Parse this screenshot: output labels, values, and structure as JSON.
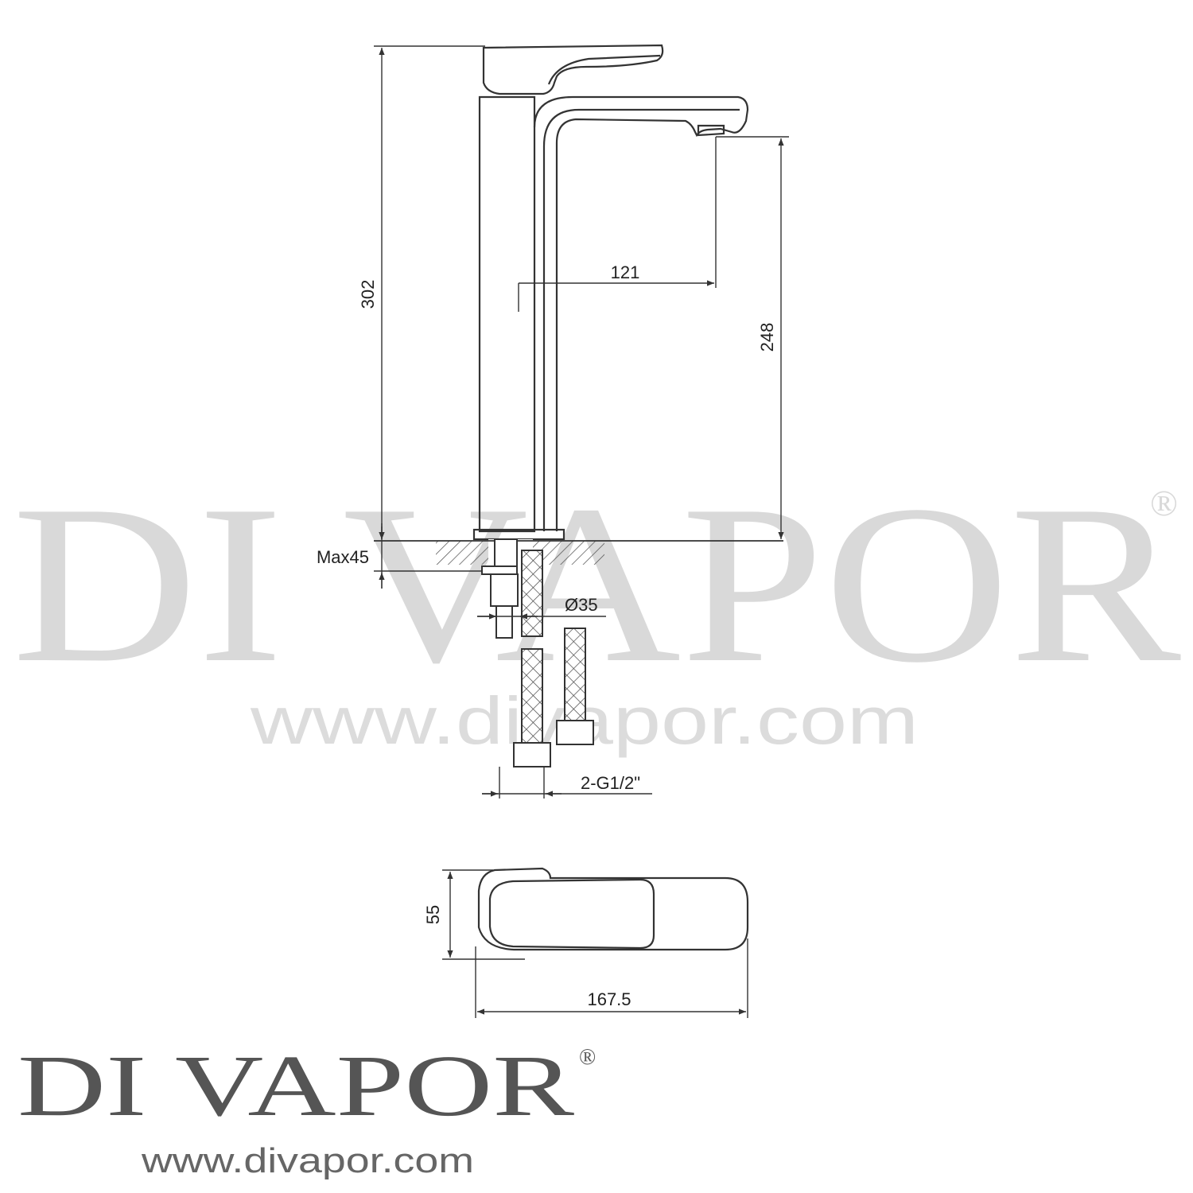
{
  "dimensions": {
    "overall_height": "302",
    "spout_height": "248",
    "spout_reach": "121",
    "max_deck_thickness": "Max45",
    "hole_diameter": "Ø35",
    "connection": "2-G1/2\"",
    "handle_width": "55",
    "top_length": "167.5"
  },
  "watermark": {
    "brand": "DI VAPOR",
    "registered": "®",
    "url": "www.divapor.com"
  },
  "logo": {
    "brand": "DI VAPOR",
    "registered": "®",
    "url": "www.divapor.com"
  },
  "colors": {
    "line": "#333333",
    "watermark": "#d9d9d9",
    "logo": "#555555"
  }
}
